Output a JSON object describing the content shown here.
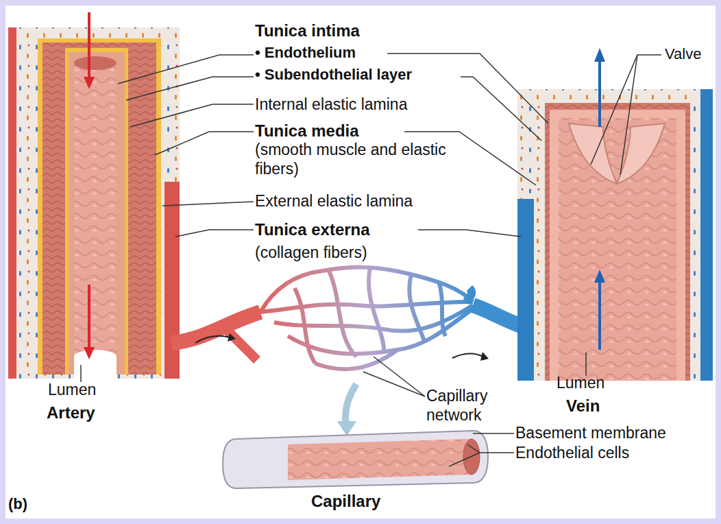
{
  "diagram": {
    "labels": [
      "Tunica intima",
      "• Endothelium",
      "• Subendothelial layer",
      "Internal elastic lamina",
      "Tunica media",
      "(smooth muscle and elastic fibers)",
      "External elastic lamina",
      "Tunica externa",
      "(collagen fibers)",
      "Valve",
      "Lumen",
      "Artery",
      "Capillary network",
      "Lumen",
      "Vein",
      "Basement membrane",
      "Endothelial cells",
      "Capillary",
      "(b)"
    ]
  }
}
